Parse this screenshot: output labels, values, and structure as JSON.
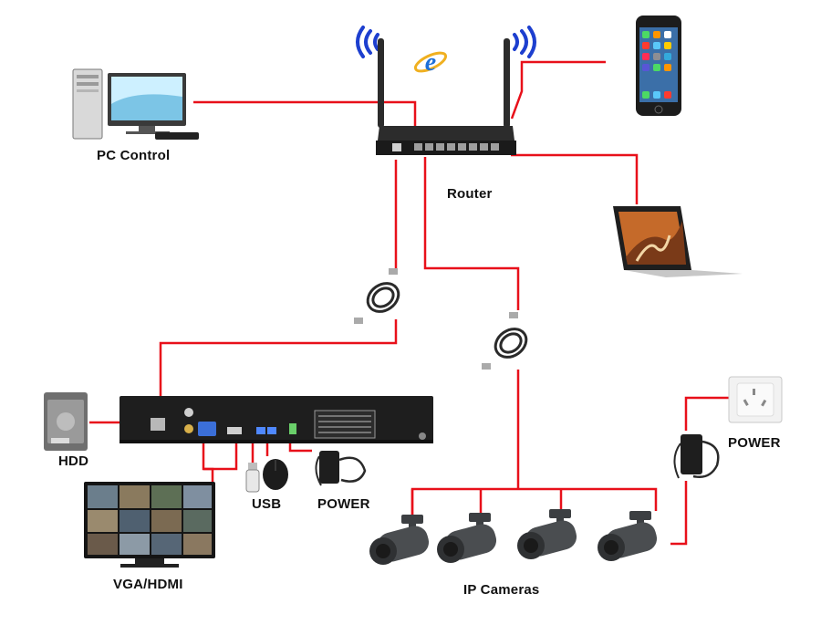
{
  "labels": {
    "pc_control": "PC Control",
    "router": "Router",
    "hdd": "HDD",
    "usb": "USB",
    "power_nvr": "POWER",
    "vga_hdmi": "VGA/HDMI",
    "ip_cameras": "IP Cameras",
    "power_cameras": "POWER"
  },
  "icons": [
    "wifi-signal-icon",
    "ie-browser-icon",
    "desktop-pc-icon",
    "router-icon",
    "smartphone-icon",
    "laptop-icon",
    "ethernet-cable-icon",
    "nvr-recorder-icon",
    "hard-drive-icon",
    "usb-stick-icon",
    "mouse-icon",
    "power-adapter-icon",
    "monitor-icon",
    "bullet-camera-icon",
    "wall-socket-icon"
  ],
  "colors": {
    "wire": "#e8101a",
    "device_dark": "#1e1e1e",
    "camera_body": "#4a4d50",
    "wifi": "#1d3fcf"
  }
}
